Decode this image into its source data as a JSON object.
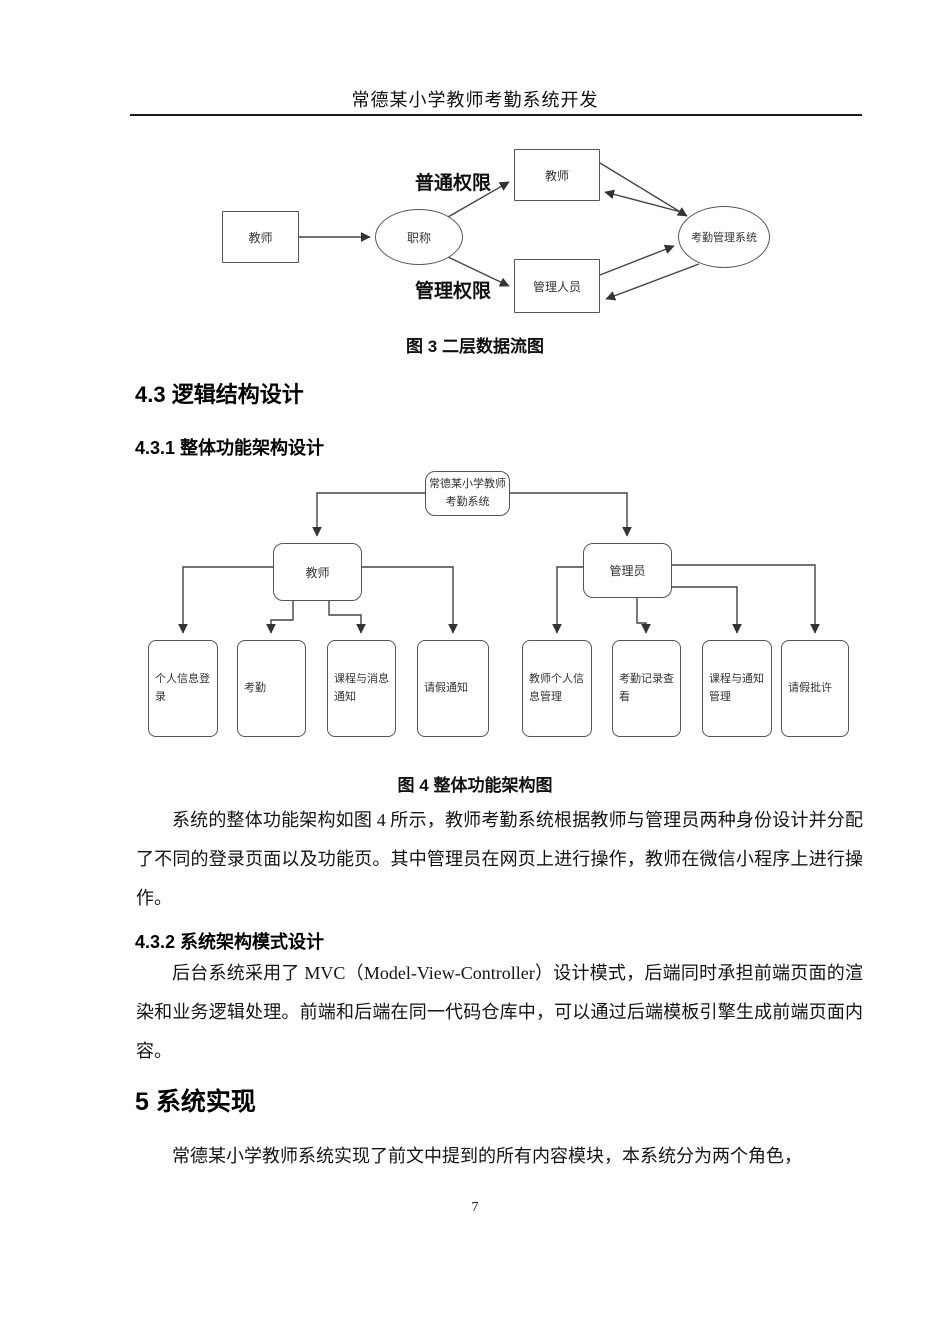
{
  "page": {
    "header_title": "常德某小学教师考勤系统开发",
    "page_number": "7"
  },
  "figure3": {
    "caption": "图 3 二层数据流图",
    "nodes": {
      "teacher_source": "教师",
      "title_decision": "职称",
      "normal_permission_label": "普通权限",
      "admin_permission_label": "管理权限",
      "teacher_role": "教师",
      "admin_role": "管理人员",
      "attendance_system": "考勤管理系统"
    }
  },
  "sections": {
    "h43": "4.3 逻辑结构设计",
    "h431": "4.3.1 整体功能架构设计",
    "h432": "4.3.2 系统架构模式设计",
    "h5": "5 系统实现"
  },
  "figure4": {
    "caption": "图 4 整体功能架构图",
    "root": "常德某小学教师\n考勤系统",
    "teacher_branch": "教师",
    "admin_branch": "管理员",
    "teacher_children": [
      "个人信息登录",
      "考勤",
      "课程与消息通知",
      "请假通知"
    ],
    "admin_children": [
      "教师个人信息管理",
      "考勤记录查看",
      "课程与通知管理",
      "请假批许"
    ]
  },
  "paragraphs": {
    "p1": "系统的整体功能架构如图 4 所示，教师考勤系统根据教师与管理员两种身份设计并分配了不同的登录页面以及功能页。其中管理员在网页上进行操作，教师在微信小程序上进行操作。",
    "p2": "后台系统采用了 MVC（Model-View-Controller）设计模式，后端同时承担前端页面的渲染和业务逻辑处理。前端和后端在同一代码仓库中，可以通过后端模板引擎生成前端页面内容。",
    "p3": "常德某小学教师系统实现了前文中提到的所有内容模块，本系统分为两个角色，"
  }
}
